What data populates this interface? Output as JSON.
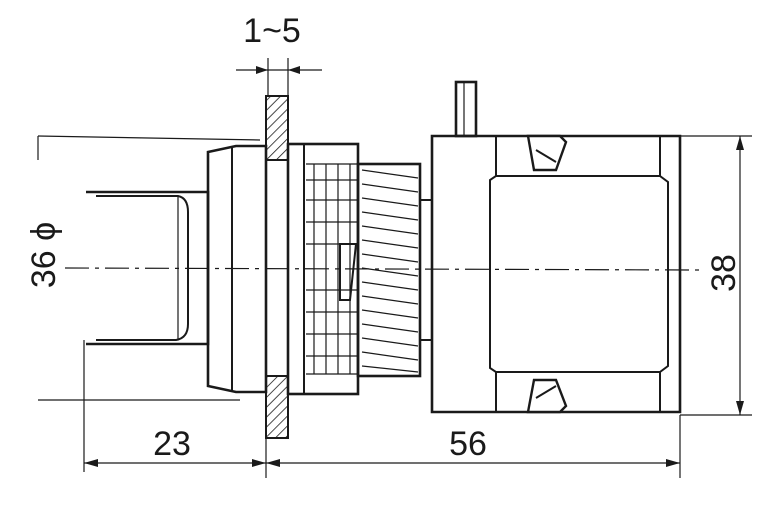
{
  "dimensions": {
    "panel_thickness": "1~5",
    "bezel_diameter": "36 ϕ",
    "body_height": "38",
    "front_length": "23",
    "rear_length": "56"
  }
}
